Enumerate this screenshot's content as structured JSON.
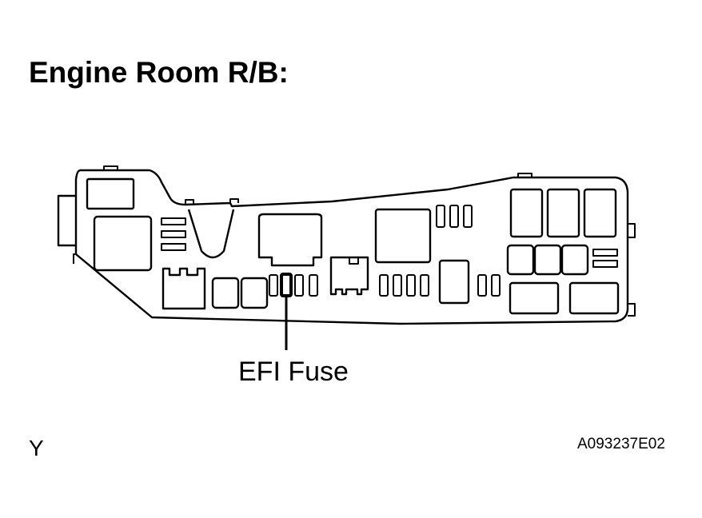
{
  "title": "Engine Room R/B:",
  "callout": {
    "label": "EFI Fuse"
  },
  "view_letter": "Y",
  "figure_id": "A093237E02",
  "colors": {
    "line": "#000000",
    "background": "#ffffff"
  }
}
